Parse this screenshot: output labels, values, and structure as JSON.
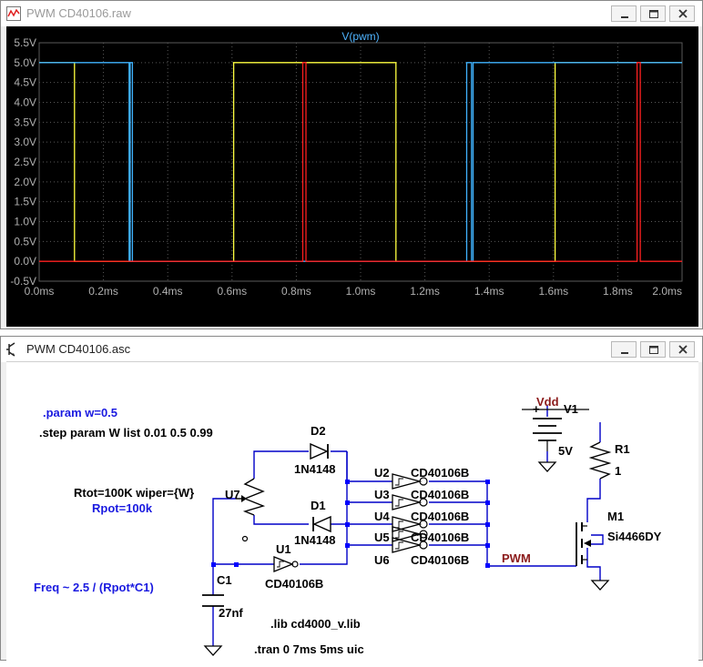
{
  "waveform_window": {
    "title": "PWM CD40106.raw",
    "icon": "waveform-viewer-icon",
    "controls": [
      "minimize-icon",
      "maximize-icon",
      "close-icon"
    ]
  },
  "schematic_window": {
    "title": "PWM CD40106.asc",
    "icon": "schematic-transistor-icon",
    "controls": [
      "minimize-icon",
      "maximize-icon",
      "close-icon"
    ]
  },
  "colors": {
    "plot_bg": "#000000",
    "grid": "#5a5a5a",
    "axis_text": "#b0b0b0",
    "trace_title": "#4fb4ff",
    "series": [
      "#ffff40",
      "#40b4ff",
      "#ff2020"
    ],
    "wire": "#0000c8",
    "component": "#000000",
    "node_dot": "#0000ff",
    "directive": "#000000",
    "comment": "#1a1ae0",
    "net_label": "#8b1a1a"
  },
  "chart_data": {
    "type": "line",
    "title": "V(pwm)",
    "xlabel": "",
    "ylabel": "",
    "x_ticks": [
      "0.0ms",
      "0.2ms",
      "0.4ms",
      "0.6ms",
      "0.8ms",
      "1.0ms",
      "1.2ms",
      "1.4ms",
      "1.6ms",
      "1.8ms",
      "2.0ms"
    ],
    "y_ticks": [
      "5.5V",
      "5.0V",
      "4.5V",
      "4.0V",
      "3.5V",
      "3.0V",
      "2.5V",
      "2.0V",
      "1.5V",
      "1.0V",
      "0.5V",
      "0.0V",
      "-0.5V"
    ],
    "xlim": [
      0.0,
      2.0
    ],
    "ylim": [
      -0.5,
      5.5
    ],
    "x_unit": "ms",
    "y_unit": "V",
    "grid": true,
    "series": [
      {
        "points": [
          [
            0.0,
            5.0
          ],
          [
            0.11,
            5.0
          ],
          [
            0.11,
            0.0
          ],
          [
            0.605,
            0.0
          ],
          [
            0.605,
            5.0
          ],
          [
            1.11,
            5.0
          ],
          [
            1.11,
            0.0
          ],
          [
            1.605,
            0.0
          ],
          [
            1.605,
            5.0
          ],
          [
            2.0,
            5.0
          ]
        ]
      },
      {
        "points": [
          [
            0.0,
            5.0
          ],
          [
            0.28,
            5.0
          ],
          [
            0.28,
            0.0
          ],
          [
            0.283,
            0.0
          ],
          [
            0.283,
            5.0
          ],
          [
            0.29,
            5.0
          ],
          [
            0.29,
            0.0
          ],
          [
            1.33,
            0.0
          ],
          [
            1.33,
            5.0
          ],
          [
            1.345,
            5.0
          ],
          [
            1.345,
            0.0
          ],
          [
            1.35,
            0.0
          ],
          [
            1.35,
            5.0
          ],
          [
            2.0,
            5.0
          ]
        ]
      },
      {
        "points": [
          [
            0.0,
            0.0
          ],
          [
            0.82,
            0.0
          ],
          [
            0.82,
            5.0
          ],
          [
            0.83,
            5.0
          ],
          [
            0.83,
            0.0
          ],
          [
            1.86,
            0.0
          ],
          [
            1.86,
            5.0
          ],
          [
            1.87,
            5.0
          ],
          [
            1.87,
            0.0
          ],
          [
            2.0,
            0.0
          ]
        ]
      }
    ]
  },
  "schematic": {
    "labels": {
      "param": ".param w=0.5",
      "step": ".step param W list 0.01 0.5 0.99",
      "pot_params": "Rtot=100K wiper={W}",
      "rpot": "Rpot=100k",
      "freq": "Freq ~ 2.5 / (Rpot*C1)",
      "lib": ".lib cd4000_v.lib",
      "tran": ".tran 0 7ms 5ms uic",
      "u7": "U7",
      "d2": "D2",
      "d2_model": "1N4148",
      "d1": "D1",
      "d1_model": "1N4148",
      "u1": "U1",
      "u1_model": "CD40106B",
      "c1": "C1",
      "c1_value": "27nf",
      "u2": "U2",
      "u3": "U3",
      "u4": "U4",
      "u5": "U5",
      "u6": "U6",
      "u2_model": "CD40106B",
      "u3_model": "CD40106B",
      "u4_model": "CD40106B",
      "u5_model": "CD40106B",
      "u6_model": "CD40106B",
      "vdd": "Vdd",
      "v1": "V1",
      "v1_plus": "+",
      "v1_value": "5V",
      "r1": "R1",
      "r1_value": "1",
      "m1": "M1",
      "m1_model": "Si4466DY",
      "pwm": "PWM"
    }
  }
}
